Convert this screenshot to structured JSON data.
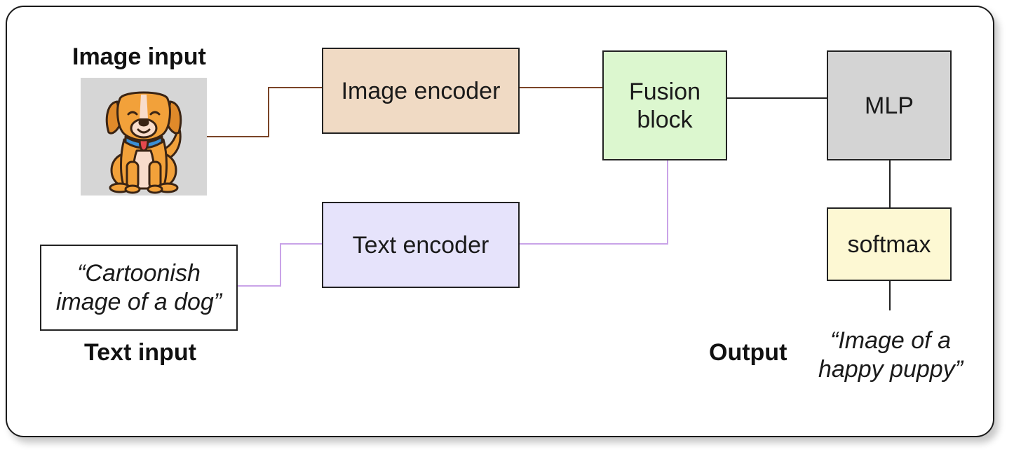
{
  "inputs": {
    "image_label": "Image input",
    "text_label": "Text input",
    "text_quote_line1": "“Cartoonish",
    "text_quote_line2": "image of a dog”",
    "image_icon": "cartoon-dog-icon"
  },
  "blocks": {
    "image_encoder": "Image encoder",
    "text_encoder": "Text encoder",
    "fusion_line1": "Fusion",
    "fusion_line2": "block",
    "mlp": "MLP",
    "softmax": "softmax"
  },
  "output": {
    "label": "Output",
    "quote_line1": "“Image of a",
    "quote_line2": "happy puppy”"
  },
  "colors": {
    "image_encoder_fill": "#f0dac4",
    "text_encoder_fill": "#e6e3fb",
    "fusion_fill": "#dcf7cf",
    "mlp_fill": "#d4d4d4",
    "softmax_fill": "#fdf8d3",
    "image_wire": "#7a4427",
    "text_wire": "#c9a3e8",
    "neutral_wire": "#222222"
  }
}
